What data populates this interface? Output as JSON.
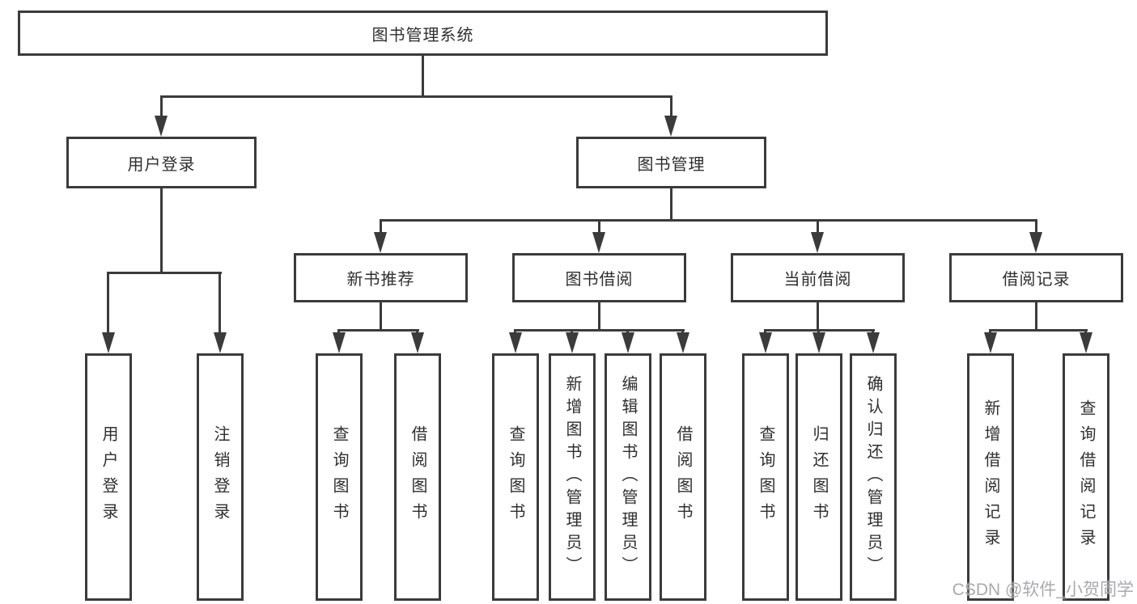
{
  "diagram_type": "function-structure-tree",
  "colors": {
    "line": "#3b3b3b",
    "text": "#2f2f2f",
    "background": "#ffffff",
    "watermark": "#a2a2a8"
  },
  "watermark": "CSDN @软件_小贺同学",
  "tree": {
    "label": "图书管理系统",
    "children": [
      {
        "label": "用户登录",
        "children": [
          {
            "label": "用户登录"
          },
          {
            "label": "注销登录"
          }
        ]
      },
      {
        "label": "图书管理",
        "children": [
          {
            "label": "新书推荐",
            "children": [
              {
                "label": "查询图书"
              },
              {
                "label": "借阅图书"
              }
            ]
          },
          {
            "label": "图书借阅",
            "children": [
              {
                "label": "查询图书"
              },
              {
                "label": "新增图书（管理员）"
              },
              {
                "label": "编辑图书（管理员）"
              },
              {
                "label": "借阅图书"
              }
            ]
          },
          {
            "label": "当前借阅",
            "children": [
              {
                "label": "查询图书"
              },
              {
                "label": "归还图书"
              },
              {
                "label": "确认归还（管理员）"
              }
            ]
          },
          {
            "label": "借阅记录",
            "children": [
              {
                "label": "新增借阅记录"
              },
              {
                "label": "查询借阅记录"
              }
            ]
          }
        ]
      }
    ]
  }
}
